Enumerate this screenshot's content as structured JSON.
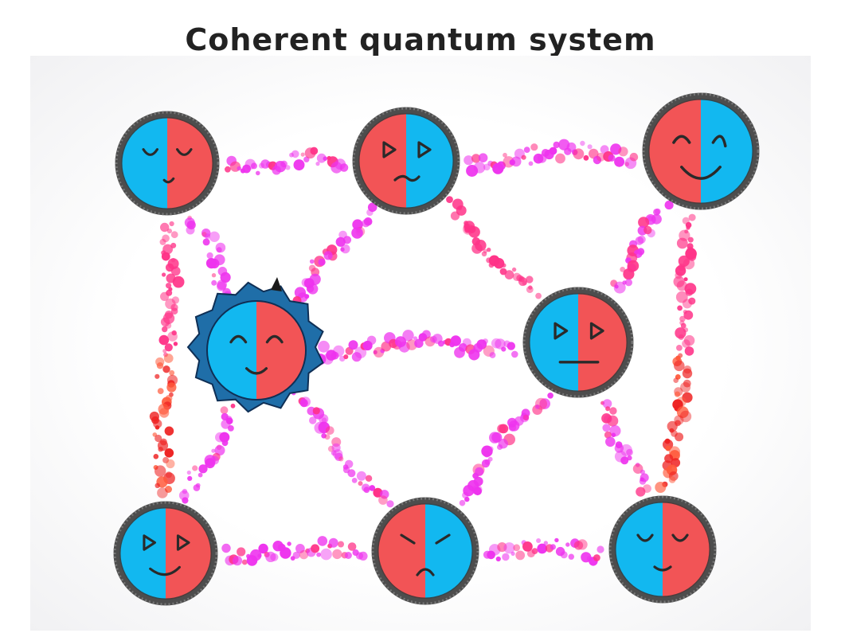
{
  "title": "Coherent quantum system",
  "colors": {
    "left_half": "#12b8f0",
    "right_half": "#f25456",
    "outline": "#333333",
    "link": "#ee33ee",
    "link_alt": "#ff3388",
    "warm_link": "#ee2222",
    "hair": "#1f6ea8"
  },
  "nodes": [
    {
      "id": "top-left",
      "face": "sleepy",
      "left_color": "left_half",
      "hair": false
    },
    {
      "id": "top-center",
      "face": "play-worried",
      "left_color": "right_half",
      "hair": false
    },
    {
      "id": "top-right",
      "face": "happy-wink",
      "left_color": "right_half",
      "hair": false
    },
    {
      "id": "center-left-scientist",
      "face": "happy",
      "left_color": "left_half",
      "hair": true
    },
    {
      "id": "center-right",
      "face": "play-neutral",
      "left_color": "left_half",
      "hair": false
    },
    {
      "id": "bottom-left",
      "face": "play-smile",
      "left_color": "left_half",
      "hair": false
    },
    {
      "id": "bottom-center",
      "face": "angry-sad",
      "left_color": "right_half",
      "hair": false
    },
    {
      "id": "bottom-right",
      "face": "sleepy-smile",
      "left_color": "left_half",
      "hair": false
    }
  ],
  "links": [
    {
      "from": "top-left",
      "to": "top-center",
      "color": "link"
    },
    {
      "from": "top-center",
      "to": "top-right",
      "color": "link"
    },
    {
      "from": "top-left",
      "to": "center-left-scientist",
      "color": "link"
    },
    {
      "from": "top-left",
      "to": "bottom-left",
      "color": "warm_link"
    },
    {
      "from": "top-center",
      "to": "center-left-scientist",
      "color": "link"
    },
    {
      "from": "top-center",
      "to": "center-right",
      "color": "link_alt"
    },
    {
      "from": "top-right",
      "to": "center-right",
      "color": "link"
    },
    {
      "from": "top-right",
      "to": "bottom-right",
      "color": "warm_link"
    },
    {
      "from": "center-left-scientist",
      "to": "center-right",
      "color": "link"
    },
    {
      "from": "center-left-scientist",
      "to": "bottom-left",
      "color": "link"
    },
    {
      "from": "center-left-scientist",
      "to": "bottom-center",
      "color": "link"
    },
    {
      "from": "center-right",
      "to": "bottom-center",
      "color": "link"
    },
    {
      "from": "center-right",
      "to": "bottom-right",
      "color": "link"
    },
    {
      "from": "bottom-left",
      "to": "bottom-center",
      "color": "link"
    },
    {
      "from": "bottom-center",
      "to": "bottom-right",
      "color": "link"
    }
  ]
}
